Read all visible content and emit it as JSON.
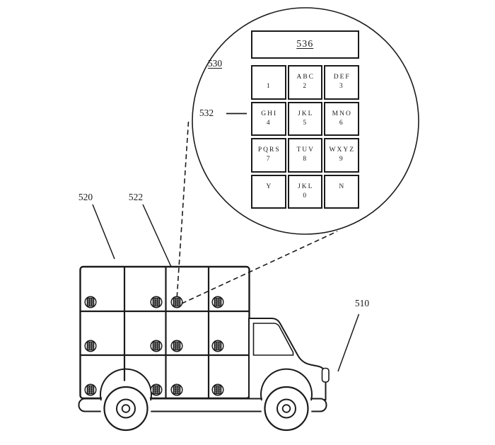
{
  "colors": {
    "ink": "#1b1b1b",
    "paper": "#ffffff",
    "keypad_icon_fill": "#8f8f8f"
  },
  "reference_labels": {
    "truck": "510",
    "locker_bank": "520",
    "locker": "522",
    "keypad": "530",
    "key": "532",
    "display": "536"
  },
  "callout_keypad": {
    "keys": [
      {
        "letters": "",
        "digit": "1"
      },
      {
        "letters": "ABC",
        "digit": "2"
      },
      {
        "letters": "DEF",
        "digit": "3"
      },
      {
        "letters": "GHI",
        "digit": "4"
      },
      {
        "letters": "JKL",
        "digit": "5"
      },
      {
        "letters": "MNO",
        "digit": "6"
      },
      {
        "letters": "PQRS",
        "digit": "7"
      },
      {
        "letters": "TUV",
        "digit": "8"
      },
      {
        "letters": "WXYZ",
        "digit": "9"
      },
      {
        "letters": "Y",
        "digit": ""
      },
      {
        "letters": "JKL",
        "digit": "0"
      },
      {
        "letters": "N",
        "digit": ""
      }
    ]
  },
  "truck_diagram": {
    "locker_rows": 3,
    "locker_columns": 4,
    "keypads_per_locker": 1
  }
}
